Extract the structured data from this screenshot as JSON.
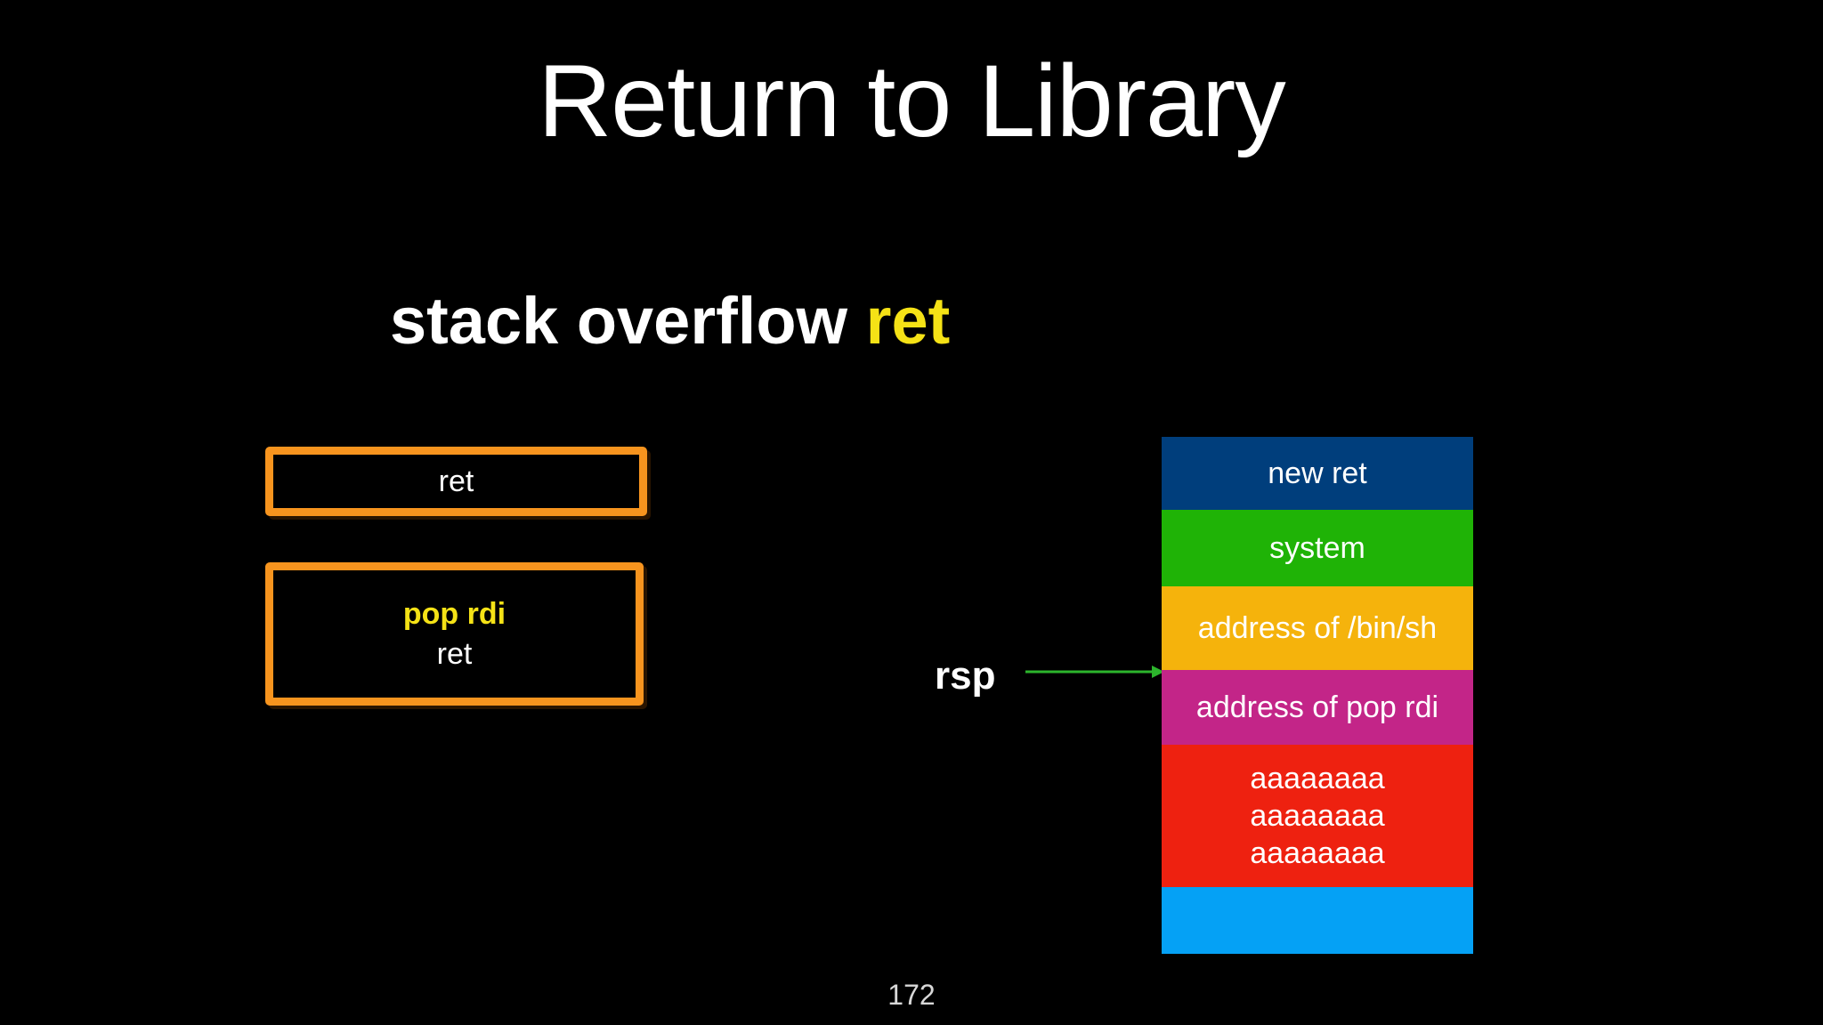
{
  "slide": {
    "title": "Return to Library",
    "subtitle": {
      "white_part": "stack overflow ",
      "accent_part": "ret"
    },
    "page_number": "172"
  },
  "gadget_boxes": [
    {
      "name": "gadget-box-ret",
      "lines": [
        {
          "text": "ret",
          "accent": false
        }
      ]
    },
    {
      "name": "gadget-box-pop-rdi",
      "lines": [
        {
          "text": "pop rdi",
          "accent": true
        },
        {
          "text": "ret",
          "accent": false
        }
      ]
    }
  ],
  "stack": {
    "rsp_label": "rsp",
    "cells": [
      {
        "lines": [
          "new ret"
        ],
        "color": "#003e7c",
        "height": 82
      },
      {
        "lines": [
          "system"
        ],
        "color": "#1fb306",
        "height": 86
      },
      {
        "lines": [
          "address of /bin/sh"
        ],
        "color": "#f5b30c",
        "height": 94
      },
      {
        "lines": [
          "address of pop rdi"
        ],
        "color": "#c32588",
        "height": 84
      },
      {
        "lines": [
          "aaaaaaaa",
          "aaaaaaaa",
          "aaaaaaaa"
        ],
        "color": "#ee2110",
        "height": 160
      },
      {
        "lines": [],
        "color": "#05a1f5",
        "height": 75
      }
    ]
  },
  "colors": {
    "background": "#000000",
    "title_text": "#ffffff",
    "accent_yellow": "#f5e216",
    "gadget_border_orange": "#f7941e",
    "arrow_green": "#2cb52c",
    "page_number_gray": "#d8d8d8"
  }
}
